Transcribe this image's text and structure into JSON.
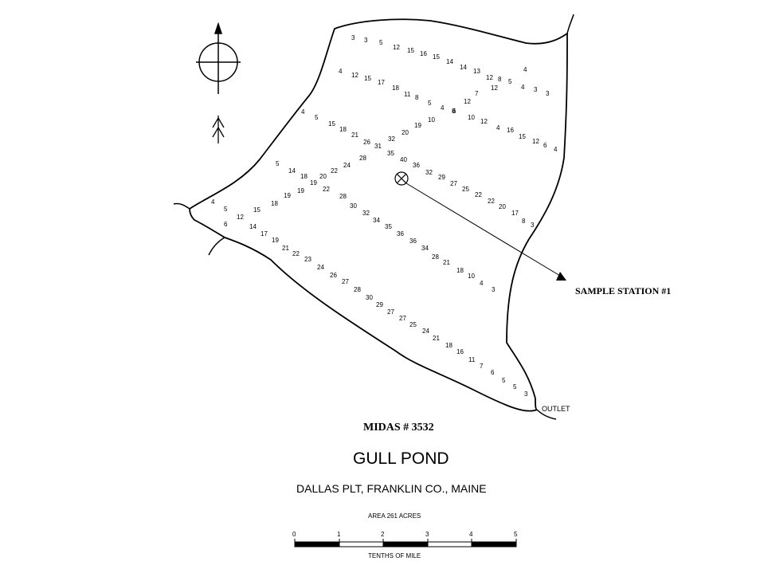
{
  "map": {
    "sample_station_label": "SAMPLE STATION #1",
    "outlet_label": "OUTLET",
    "midas_label": "MIDAS # 3532",
    "pond_name": "GULL POND",
    "location": "DALLAS PLT, FRANKLIN CO., MAINE",
    "area": "AREA 261 ACRES",
    "scale": {
      "ticks": [
        "0",
        "1",
        "2",
        "3",
        "4",
        "5"
      ],
      "label": "TENTHS OF MILE"
    },
    "depth_soundings": {
      "line_1": [
        "3",
        "3",
        "5",
        "12",
        "15",
        "16",
        "15",
        "14",
        "14",
        "13",
        "12",
        "8",
        "5",
        "4",
        "4",
        "3",
        "3"
      ],
      "line_2": [
        "4",
        "12",
        "15",
        "17",
        "18",
        "11",
        "8",
        "5",
        "4",
        "6",
        "12",
        "7",
        "12"
      ],
      "line_3": [
        "4",
        "5",
        "15",
        "18",
        "21",
        "26",
        "31",
        "32",
        "20",
        "19",
        "10",
        "8",
        "10",
        "12",
        "4",
        "16",
        "15",
        "12",
        "6",
        "4"
      ],
      "line_4": [
        "5",
        "14",
        "18",
        "19",
        "20",
        "22",
        "24",
        "28",
        "35",
        "40",
        "36",
        "32",
        "29",
        "27",
        "25",
        "22",
        "22",
        "20",
        "17",
        "8",
        "3"
      ],
      "line_5": [
        "4",
        "5",
        "12",
        "15",
        "18",
        "19",
        "19",
        "22",
        "28",
        "30",
        "32",
        "34",
        "35",
        "36",
        "36",
        "34",
        "28",
        "21",
        "18",
        "10",
        "4",
        "3"
      ],
      "line_6": [
        "6",
        "14",
        "17",
        "19",
        "21",
        "22",
        "23",
        "24",
        "26",
        "27",
        "28",
        "30",
        "29",
        "27",
        "27",
        "25",
        "24",
        "21",
        "18",
        "16",
        "11",
        "7",
        "6",
        "5",
        "5",
        "3"
      ]
    }
  }
}
